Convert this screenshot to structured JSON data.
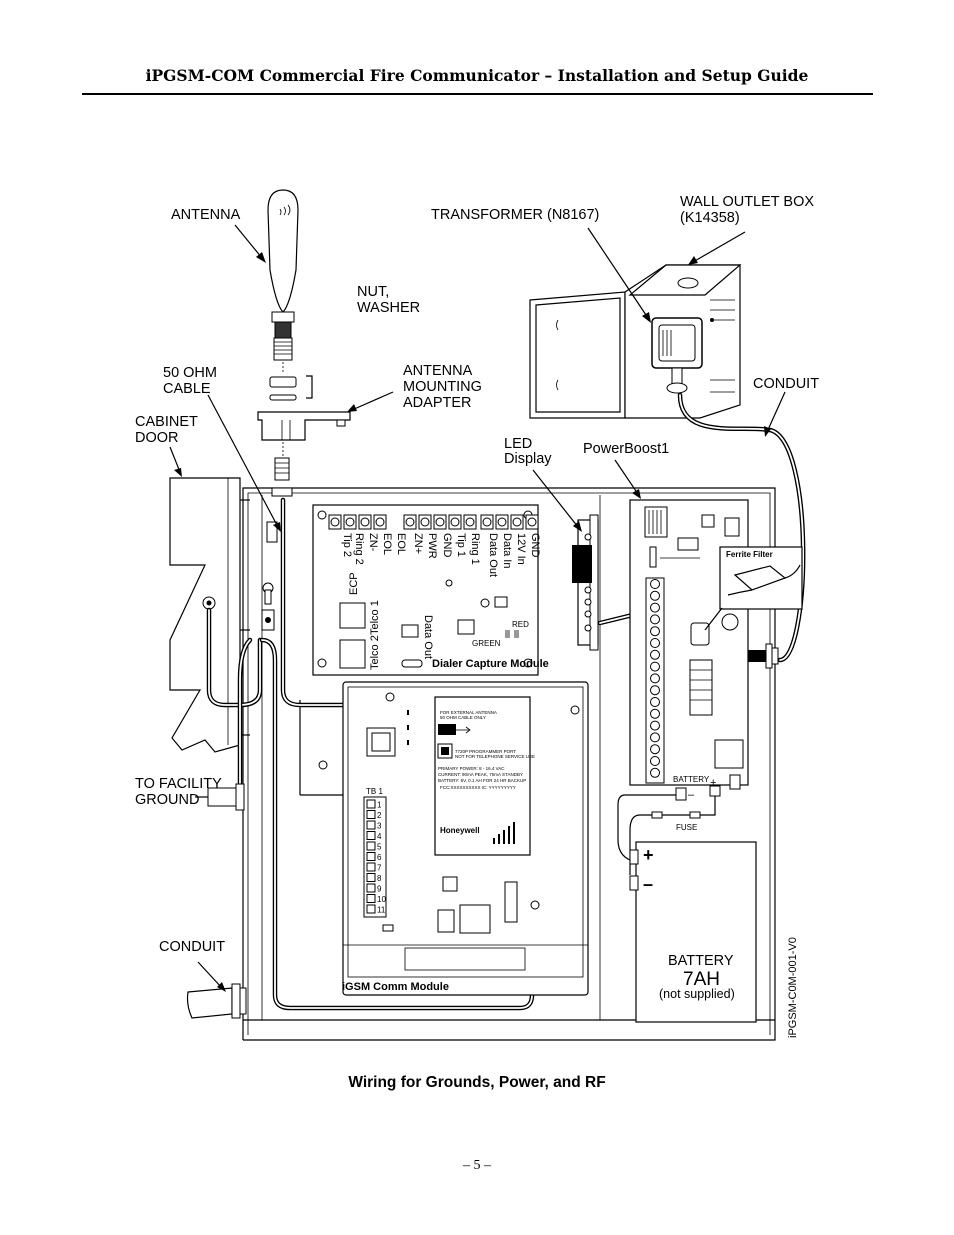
{
  "header": {
    "title": "iPGSM-COM Commercial Fire Communicator – Installation and Setup Guide"
  },
  "labels": {
    "antenna": "ANTENNA",
    "transformer": "TRANSFORMER (N8167)",
    "wall_outlet_1": "WALL OUTLET BOX",
    "wall_outlet_2": "(K14358)",
    "nut_1": "NUT,",
    "nut_2": "WASHER",
    "cable_1": "50 OHM",
    "cable_2": "CABLE",
    "adapter_1": "ANTENNA",
    "adapter_2": "MOUNTING",
    "adapter_3": "ADAPTER",
    "conduit_top": "CONDUIT",
    "cabinet_1": "CABINET",
    "cabinet_2": "DOOR",
    "led_1": "LED",
    "led_2": "Display",
    "powerboost": "PowerBoost1",
    "facility_1": "TO FACILITY",
    "facility_2": "GROUND",
    "conduit_bottom": "CONDUIT",
    "battery_1": "BATTERY",
    "battery_2": "7AH",
    "battery_3": "(not supplied)",
    "drawing_id": "iPGSM-C0M-001-V0"
  },
  "dialer": {
    "title": "Dialer Capture Module",
    "terminals": [
      "Tip 2",
      "Ring 2",
      "ZN-",
      "EOL",
      "EOL",
      "ZN+",
      "PWR",
      "GND",
      "Tip 1",
      "Ring 1",
      "Data Out",
      "Data In",
      "12V  In",
      "GND"
    ],
    "ecp": "ECP",
    "data_out": "Data Out",
    "telco1": "Telco 1",
    "telco2": "Telco 2",
    "red": "RED",
    "green": "GREEN"
  },
  "igsm": {
    "title": "iGSM Comm Module",
    "tb": "TB 1",
    "tb_numbers": [
      "1",
      "2",
      "3",
      "4",
      "5",
      "6",
      "7",
      "8",
      "9",
      "10",
      "11"
    ],
    "label_1": "FOR EXTERNAL ANTENNA",
    "label_2": "50 OHM CABLE ONLY",
    "label_3": "7720P PROGRAMMER PORT",
    "label_4": "NOT FOR TELEPHONE SERVICE USE",
    "label_5": "PRIMARY POWER: 8 - 16.4 VAC",
    "label_6": "CURRENT: 90mA PEAK, 70mA STANDBY",
    "label_7": "BATTERY: 6V, 0.1 AH FOR 24 HR BACKUP",
    "label_8": "FCC:XXXXXXXXXX   IC: YYYYYYYYY",
    "brand": "Honeywell"
  },
  "powerboost_board": {
    "ferrite": "Ferrite Filter",
    "battery": "BATTERY",
    "fuse": "FUSE",
    "minus": "–",
    "plus": "+"
  },
  "battery_terminals": {
    "plus": "+",
    "minus": "–"
  },
  "caption": "Wiring for Grounds, Power, and RF",
  "page_number": "– 5 –"
}
